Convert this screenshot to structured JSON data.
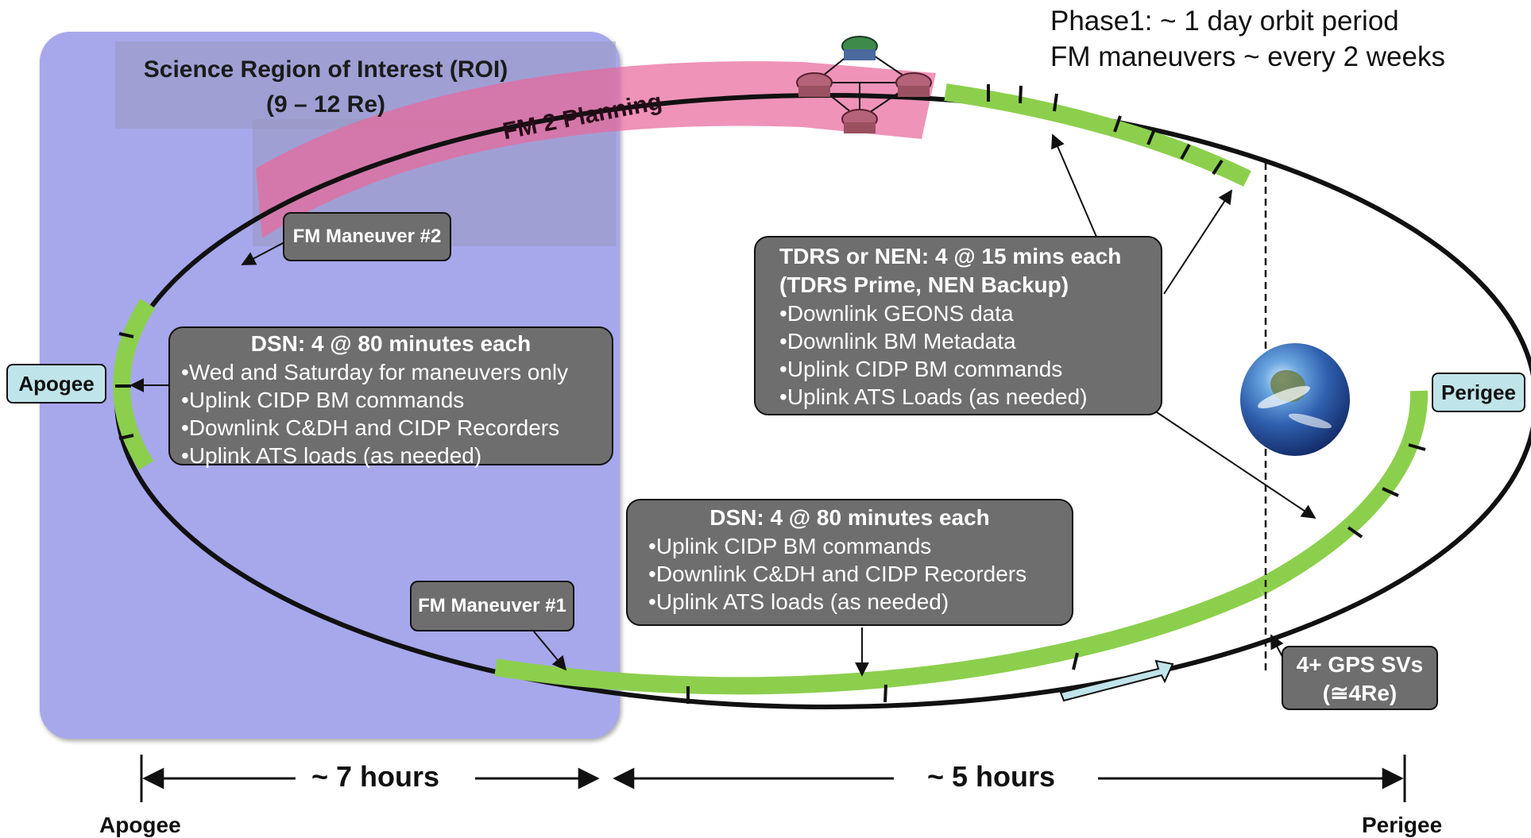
{
  "phase_note": {
    "line1": "Phase1:  ~ 1 day orbit period",
    "line2": "FM maneuvers ~ every 2 weeks"
  },
  "roi": {
    "title_line1": "Science Region of Interest (ROI)",
    "title_line2": "(9 – 12 Re)",
    "panel_color": "#a7a7ec"
  },
  "fm_planning": {
    "label": "FM 2 Planning",
    "band_color": "#e96a9c"
  },
  "maneuvers": {
    "fm2": "FM Maneuver #2",
    "fm1": "FM Maneuver #1"
  },
  "dsn_apogee": {
    "heading": "DSN:   4 @ 80 minutes each",
    "bullets": [
      "Wed and Saturday for maneuvers only",
      "Uplink CIDP BM commands",
      "Downlink C&DH and CIDP Recorders",
      "Uplink ATS loads (as needed)"
    ]
  },
  "dsn_mid": {
    "heading": "DSN:   4 @ 80 minutes each",
    "bullets": [
      "Uplink CIDP BM commands",
      "Downlink C&DH and CIDP Recorders",
      "Uplink ATS loads (as needed)"
    ]
  },
  "tdrs": {
    "heading1": "TDRS or NEN:   4 @ 15 mins each",
    "heading2": "(TDRS Prime, NEN Backup)",
    "bullets": [
      "Downlink GEONS data",
      "Downlink BM Metadata",
      "Uplink CIDP BM commands",
      "Uplink ATS Loads (as needed)"
    ]
  },
  "orbit_labels": {
    "apogee": "Apogee",
    "perigee": "Perigee"
  },
  "gps": {
    "line1": "4+ GPS SVs",
    "line2": "(≅4Re)"
  },
  "timeline": {
    "apogee_to_roi_end": "~ 7 hours",
    "roi_end_to_perigee": "~ 5 hours",
    "left_label": "Apogee",
    "right_label": "Perigee"
  },
  "colors": {
    "contact_segment": "#8ccf4d",
    "label_box": "#6e6e6e",
    "endpoint_label": "#bfe4ea",
    "direction_arrow": "#bfe4ea"
  },
  "icons": [
    "spacecraft-formation-icon",
    "earth-globe-icon",
    "direction-arrow-icon"
  ]
}
